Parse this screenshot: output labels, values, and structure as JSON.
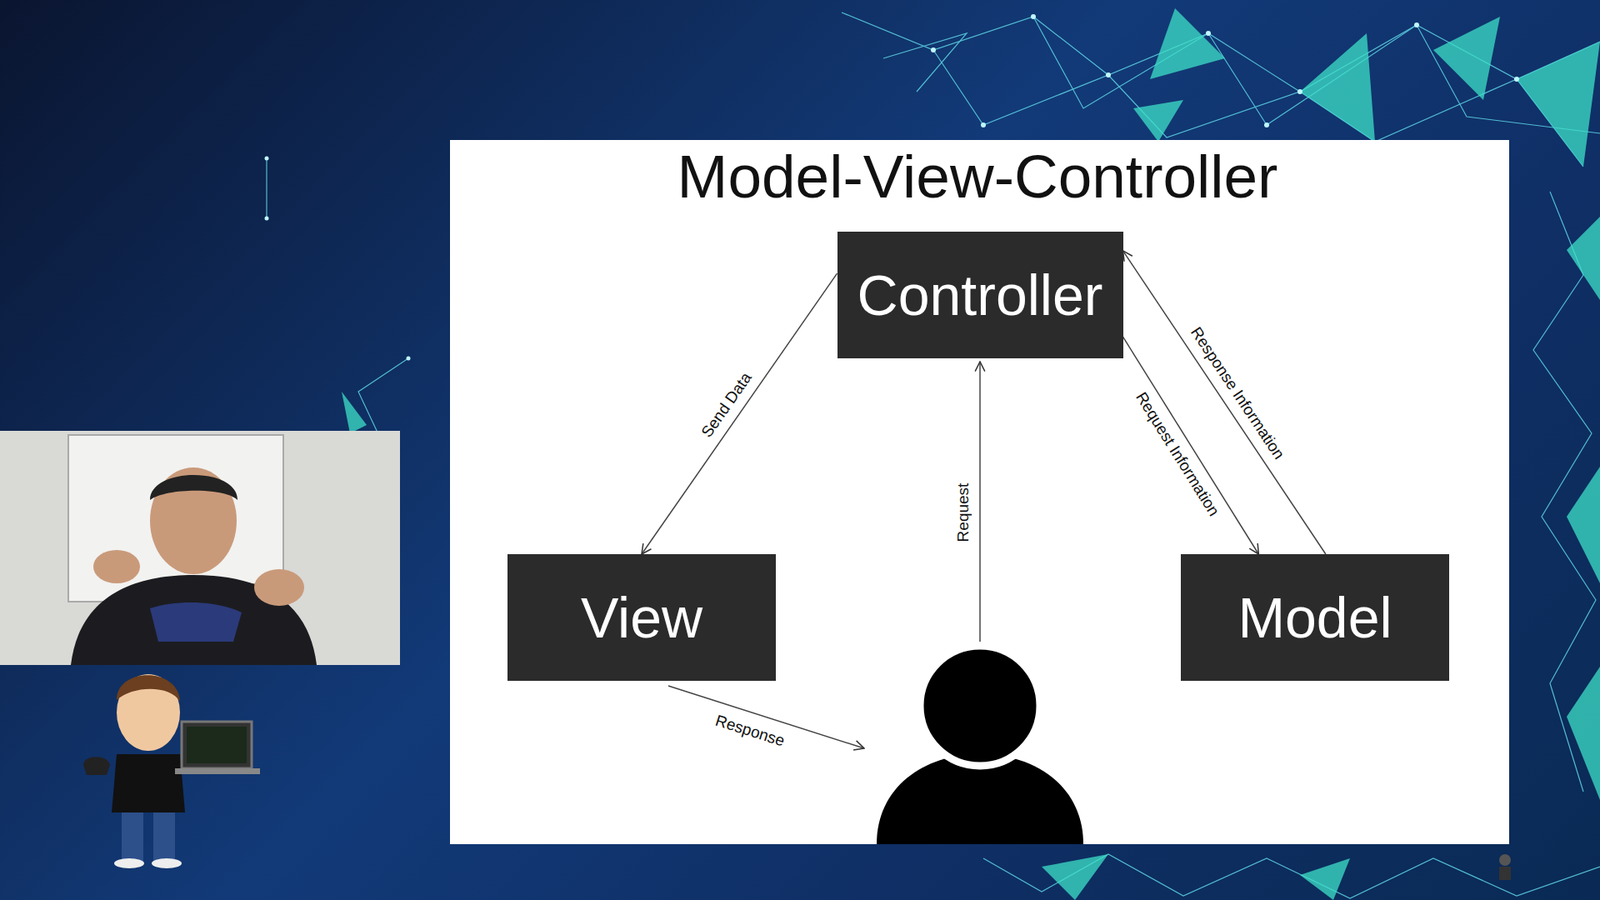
{
  "diagram": {
    "title": "Model-View-Controller",
    "nodes": [
      {
        "text": [
          "Controller"
        ]
      },
      {
        "text": [
          "View"
        ]
      },
      {
        "text": [
          "Model"
        ]
      }
    ],
    "edges": [
      {
        "from": 0,
        "to": 1,
        "label": "Send Data",
        "arrow": "to"
      },
      {
        "from": 0,
        "to": 2,
        "label": "Request Information",
        "arrow": "to"
      },
      {
        "from": 2,
        "to": 0,
        "label": "Response Information",
        "arrow": "to"
      }
    ],
    "labels": [
      "Request",
      "Response"
    ]
  }
}
